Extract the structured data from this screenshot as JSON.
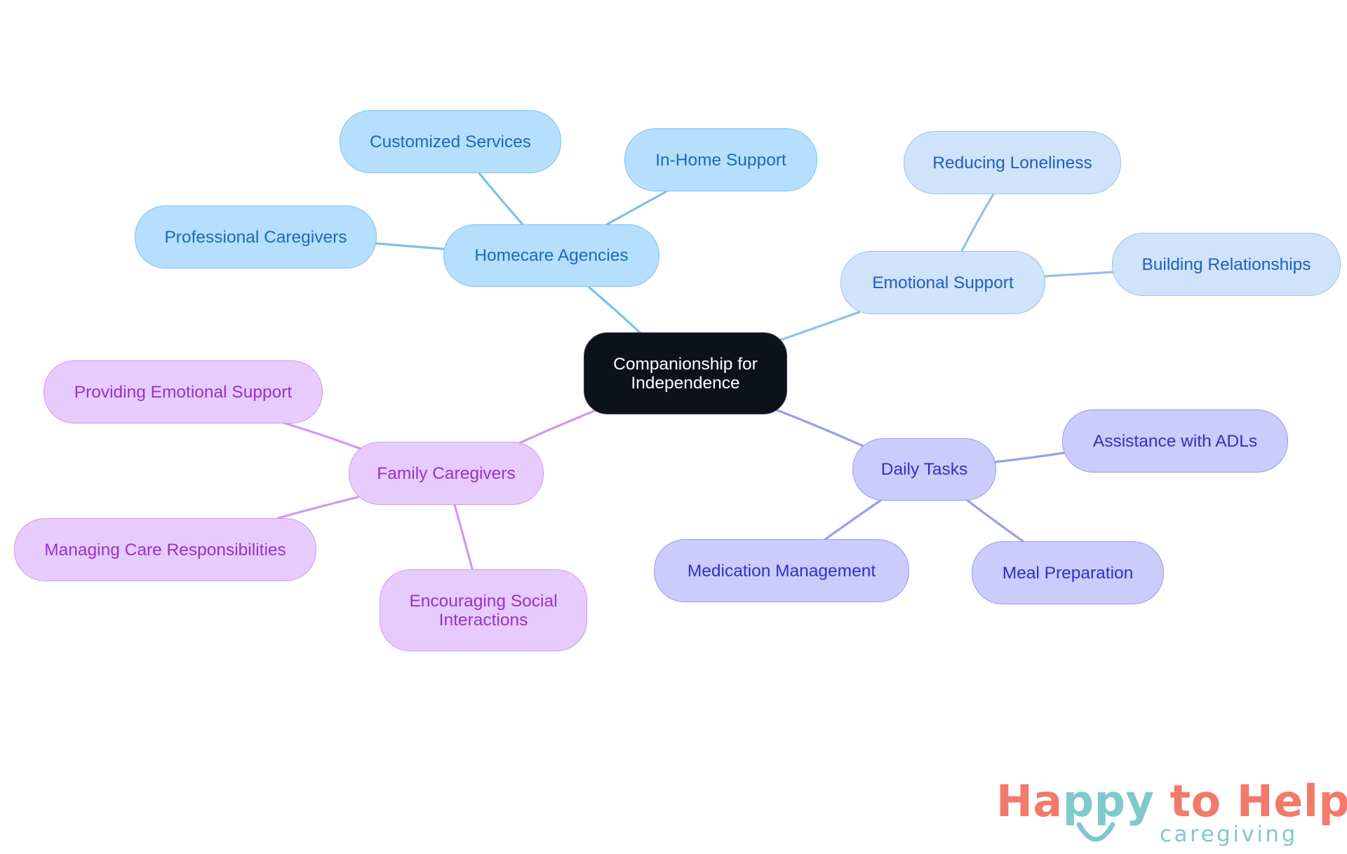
{
  "diagram": {
    "type": "mind-map",
    "root": {
      "label": "Companionship for Independence"
    },
    "branches": [
      {
        "key": "homecare",
        "label": "Homecare Agencies",
        "color": "#b5dffd",
        "children": [
          "Customized Services",
          "In-Home Support",
          "Professional Caregivers"
        ]
      },
      {
        "key": "emotional",
        "label": "Emotional Support",
        "color": "#cfe3fb",
        "children": [
          "Reducing Loneliness",
          "Building Relationships"
        ]
      },
      {
        "key": "daily",
        "label": "Daily Tasks",
        "color": "#cbcbfc",
        "children": [
          "Assistance with ADLs",
          "Medication Management",
          "Meal Preparation"
        ]
      },
      {
        "key": "family",
        "label": "Family Caregivers",
        "color": "#e8cbfd",
        "children": [
          "Providing Emotional Support",
          "Managing Care Responsibilities",
          "Encouraging Social Interactions"
        ]
      }
    ]
  },
  "logo": {
    "title_part1": "Ha",
    "title_part2": "ppy",
    "title_part3": " to Help",
    "subtitle": "caregiving",
    "colors": {
      "primary": "#f17a6a",
      "secondary": "#7fc8cd"
    }
  }
}
